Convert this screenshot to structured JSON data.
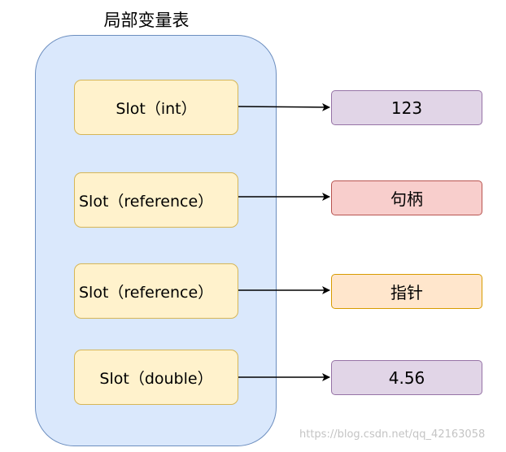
{
  "title": "局部变量表",
  "slots": [
    {
      "label": "Slot（int）"
    },
    {
      "label": "Slot（reference）"
    },
    {
      "label": "Slot（reference）"
    },
    {
      "label": "Slot（double）"
    }
  ],
  "values": [
    {
      "label": "123"
    },
    {
      "label": "句柄"
    },
    {
      "label": "指针"
    },
    {
      "label": "4.56"
    }
  ],
  "colors": {
    "frame_fill": "#dae8fc",
    "frame_stroke": "#6c8ebf",
    "slot_fill": "#fff2cc",
    "slot_stroke": "#d6b656",
    "purple_fill": "#e1d5e7",
    "purple_stroke": "#9673a6",
    "red_fill": "#f8cecc",
    "red_stroke": "#b85450",
    "orange_fill": "#ffe6cc",
    "orange_stroke": "#d79b00"
  },
  "watermark": "https://blog.csdn.net/qq_42163058"
}
